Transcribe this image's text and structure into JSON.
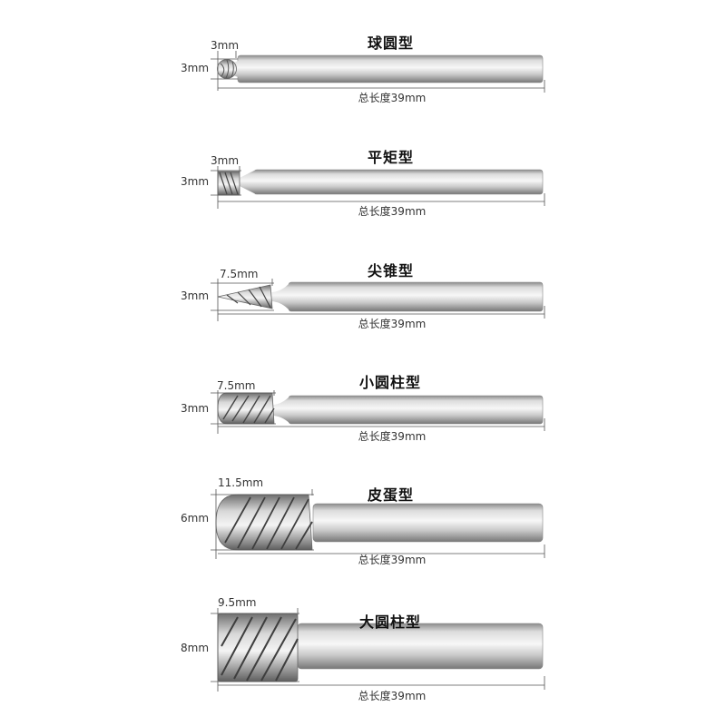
{
  "tools": [
    {
      "id": "ball",
      "title": "球圆型",
      "head_size": "3mm",
      "shank_size": "3mm",
      "total_length": "总长度39mm"
    },
    {
      "id": "flat",
      "title": "平矩型",
      "head_size": "3mm",
      "shank_size": "3mm",
      "total_length": "总长度39mm"
    },
    {
      "id": "cone",
      "title": "尖锥型",
      "head_size": "7.5mm",
      "shank_size": "3mm",
      "total_length": "总长度39mm"
    },
    {
      "id": "small-cyl",
      "title": "小圆柱型",
      "head_size": "7.5mm",
      "shank_size": "3mm",
      "total_length": "总长度39mm"
    },
    {
      "id": "egg",
      "title": "皮蛋型",
      "head_size": "11.5mm",
      "shank_size": "6mm",
      "total_length": "总长度39mm"
    },
    {
      "id": "large-cyl",
      "title": "大圆柱型",
      "head_size": "9.5mm",
      "shank_size": "8mm",
      "total_length": "总长度39mm"
    }
  ],
  "colors": {
    "metal_light": "#f2f2f2",
    "metal_mid": "#c4c4c4",
    "metal_dark": "#7d7d7d",
    "line": "#555555"
  }
}
